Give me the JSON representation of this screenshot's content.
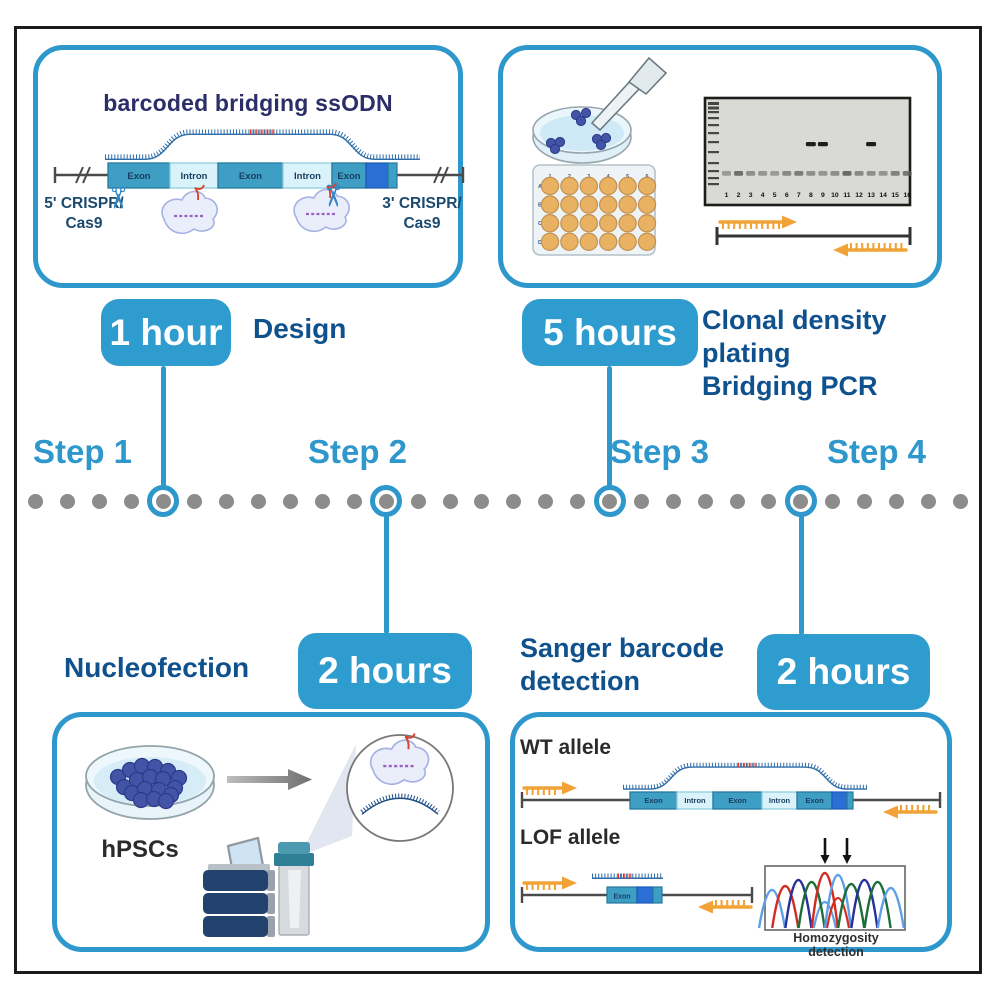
{
  "colors": {
    "accent": "#2e98cc",
    "badge": "#2e9ccf",
    "heading_navy": "#0f518c",
    "title_indigo": "#2b2e68",
    "dot_gray": "#8c8c8c",
    "primer_orange": "#f2a338",
    "exon_fill": "#3f9ec4",
    "intron_fill": "#daf2f9",
    "barcode_blue": "#2a6fd3",
    "ssodn_blue": "#2f6ea8",
    "ssodn_navy": "#1d4e85",
    "mutation_red": "#e03a2f",
    "cell_indigo": "#4353a5",
    "well_orange": "#e9b263"
  },
  "icons": {
    "scissors": "✂"
  },
  "panel_design": {
    "title": "barcoded bridging ssODN",
    "crispr5_line1": "5' CRISPR/",
    "crispr5_line2": "Cas9",
    "crispr3_line1": "3' CRISPR/",
    "crispr3_line2": "Cas9",
    "gene_boxes": [
      {
        "type": "exon",
        "label": "Exon"
      },
      {
        "type": "intron",
        "label": "Intron"
      },
      {
        "type": "exon",
        "label": "Exon"
      },
      {
        "type": "intron",
        "label": "Intron"
      },
      {
        "type": "exon",
        "label": "Exon"
      },
      {
        "type": "barcode",
        "label": ""
      }
    ]
  },
  "panel_clonal": {
    "well_plate": {
      "cols": [
        "1",
        "2",
        "3",
        "4",
        "5",
        "6"
      ],
      "rows": [
        "A",
        "B",
        "C",
        "D"
      ]
    },
    "gel": {
      "lanes": [
        "1",
        "2",
        "3",
        "4",
        "5",
        "6",
        "7",
        "8",
        "9",
        "10",
        "11",
        "12",
        "13",
        "14",
        "15",
        "16"
      ],
      "positive_lanes": [
        8,
        9,
        13
      ]
    }
  },
  "badges": {
    "design": "1 hour",
    "clonal": "5 hours",
    "nucleofection": "2 hours",
    "sanger": "2 hours"
  },
  "headings": {
    "design": "Design",
    "clonal_line1": "Clonal density plating",
    "clonal_line2": "Bridging PCR",
    "nucleofection": "Nucleofection",
    "sanger_line1": "Sanger barcode",
    "sanger_line2": "detection"
  },
  "timeline": {
    "dot_count": 30,
    "steps": [
      {
        "label": "Step 1",
        "dot_index": 4
      },
      {
        "label": "Step 2",
        "dot_index": 11
      },
      {
        "label": "Step 3",
        "dot_index": 18
      },
      {
        "label": "Step 4",
        "dot_index": 24
      }
    ]
  },
  "panel_nucleofection": {
    "dish_label": "hPSCs"
  },
  "panel_sanger": {
    "wt_label": "WT allele",
    "lof_label": "LOF allele",
    "lof_exon_label": "Exon",
    "chromatogram_caption": "Homozygosity detection",
    "wt_gene_boxes": [
      {
        "type": "exon",
        "label": "Exon"
      },
      {
        "type": "intron",
        "label": "Intron"
      },
      {
        "type": "exon",
        "label": "Exon"
      },
      {
        "type": "intron",
        "label": "Intron"
      },
      {
        "type": "exon",
        "label": "Exon"
      },
      {
        "type": "barcode",
        "label": ""
      }
    ],
    "chromatogram_peaks": [
      {
        "color": "#5f9fe8",
        "h": 38
      },
      {
        "color": "#d32b20",
        "h": 42
      },
      {
        "color": "#28309a",
        "h": 48
      },
      {
        "color": "#1e6e3c",
        "h": 46
      },
      {
        "color": "#d32b20",
        "h": 55
      },
      {
        "color": "#5f9fe8",
        "h": 53
      },
      {
        "color": "#1e6e3c",
        "h": 44
      },
      {
        "color": "#28309a",
        "h": 48
      },
      {
        "color": "#1e6e3c",
        "h": 46
      },
      {
        "color": "#5f9fe8",
        "h": 40
      }
    ],
    "minor_peaks": [
      {
        "index": 4,
        "color": "#5f9fe8",
        "h": 26
      },
      {
        "index": 5,
        "color": "#d32b20",
        "h": 30
      }
    ]
  }
}
